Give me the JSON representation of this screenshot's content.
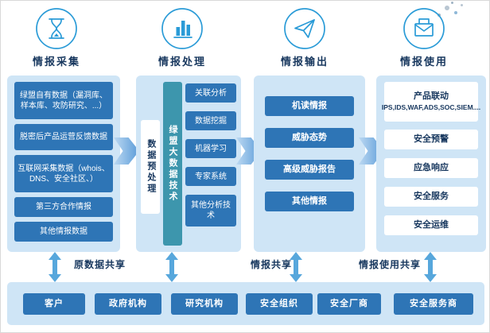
{
  "stages": [
    {
      "label": "情报采集",
      "icon": "hourglass"
    },
    {
      "label": "情报处理",
      "icon": "bar-chart"
    },
    {
      "label": "情报输出",
      "icon": "paper-plane"
    },
    {
      "label": "情报使用",
      "icon": "envelope"
    }
  ],
  "collection": {
    "items": [
      "绿盟自有数据（漏洞库、样本库、攻防研究、...）",
      "脱密后产品运营反馈数据",
      "互联网采集数据（whois、DNS、安全社区、）",
      "第三方合作情报",
      "其他情报数据"
    ]
  },
  "preprocess": {
    "label": "数据预处理"
  },
  "processing": {
    "tech_label": "绿盟大数据技术",
    "items": [
      "关联分析",
      "数据挖掘",
      "机器学习",
      "专家系统",
      "其他分析技术"
    ]
  },
  "output": {
    "items": [
      "机读情报",
      "威胁态势",
      "高级威胁报告",
      "其他情报"
    ]
  },
  "usage": {
    "product_title": "产品联动",
    "product_subtitle": "IPS,IDS,WAF,ADS,SOC,SIEM....",
    "items": [
      "安全预警",
      "应急响应",
      "安全服务",
      "安全运维"
    ]
  },
  "sharing": {
    "labels": [
      "原数据共享",
      "情报共享",
      "情报使用共享"
    ]
  },
  "stakeholders": {
    "items": [
      "客户",
      "政府机构",
      "研究机构",
      "安全组织",
      "安全厂商",
      "安全服务商"
    ]
  },
  "colors": {
    "panel_bg": "#cfe5f6",
    "box_blue": "#2e75b6",
    "tech_teal": "#3d96ad",
    "accent_blue": "#2a9bd7",
    "arrow_blue": "#57a7dc",
    "label_navy": "#17375e"
  }
}
